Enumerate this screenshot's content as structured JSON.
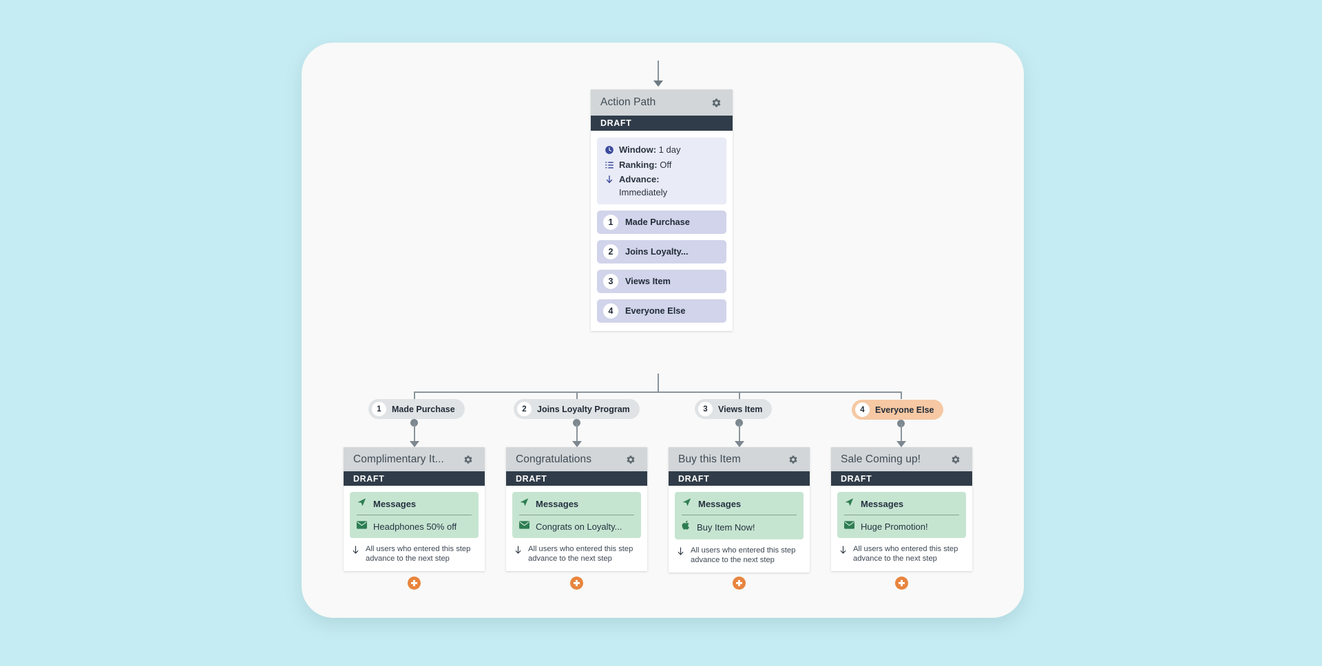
{
  "canvas": {
    "background_color": "#c6ecf3",
    "panel_color": "#f8f9f8"
  },
  "colors": {
    "draft_bar": "#303c49",
    "card_header": "#d2d6d9",
    "branch_item": "#d1d4ea",
    "settings_box": "#e9ebf7",
    "messages_box": "#c6e5d1",
    "pill_default": "#e0e3e5",
    "pill_highlight": "#f6c8a3",
    "accent_orange": "#e8853f",
    "icon_indigo": "#3b4a9c",
    "icon_green": "#2e7d52",
    "connector": "#8a949c"
  },
  "action_path": {
    "title": "Action Path",
    "gear_icon": "gear-icon",
    "status": "DRAFT",
    "settings": [
      {
        "icon": "clock-icon",
        "label": "Window:",
        "value": "1 day"
      },
      {
        "icon": "ranking-icon",
        "label": "Ranking:",
        "value": "Off"
      },
      {
        "icon": "arrow-down-icon",
        "label": "Advance:",
        "value": "Immediately"
      }
    ],
    "branches": [
      {
        "num": "1",
        "name": "Made Purchase"
      },
      {
        "num": "2",
        "name": "Joins Loyalty..."
      },
      {
        "num": "3",
        "name": "Views Item"
      },
      {
        "num": "4",
        "name": "Everyone Else"
      }
    ]
  },
  "pills": [
    {
      "num": "1",
      "label": "Made Purchase",
      "highlight": false
    },
    {
      "num": "2",
      "label": "Joins Loyalty Program",
      "highlight": false
    },
    {
      "num": "3",
      "label": "Views Item",
      "highlight": false
    },
    {
      "num": "4",
      "label": "Everyone Else",
      "highlight": true
    }
  ],
  "leaf_cards": [
    {
      "title": "Complimentary It...",
      "gear_icon": "gear-icon",
      "status": "DRAFT",
      "messages_label": "Messages",
      "messages_icon": "paper-plane-icon",
      "item_icon": "envelope-icon",
      "item_label": "Headphones 50% off",
      "advance_note": "All users who entered this step advance to the next step",
      "advance_icon": "arrow-down-icon",
      "add_button_icon": "plus-icon"
    },
    {
      "title": "Congratulations",
      "gear_icon": "gear-icon",
      "status": "DRAFT",
      "messages_label": "Messages",
      "messages_icon": "paper-plane-icon",
      "item_icon": "envelope-icon",
      "item_label": "Congrats on Loyalty...",
      "advance_note": "All users who entered this step advance to the next step",
      "advance_icon": "arrow-down-icon",
      "add_button_icon": "plus-icon"
    },
    {
      "title": "Buy this Item",
      "gear_icon": "gear-icon",
      "status": "DRAFT",
      "messages_label": "Messages",
      "messages_icon": "paper-plane-icon",
      "item_icon": "apple-icon",
      "item_label": "Buy Item Now!",
      "advance_note": "All users who entered this step advance to the next step",
      "advance_icon": "arrow-down-icon",
      "add_button_icon": "plus-icon"
    },
    {
      "title": "Sale Coming up!",
      "gear_icon": "gear-icon",
      "status": "DRAFT",
      "messages_label": "Messages",
      "messages_icon": "paper-plane-icon",
      "item_icon": "envelope-icon",
      "item_label": "Huge Promotion!",
      "advance_note": "All users who entered this step advance to the next step",
      "advance_icon": "arrow-down-icon",
      "add_button_icon": "plus-icon"
    }
  ]
}
